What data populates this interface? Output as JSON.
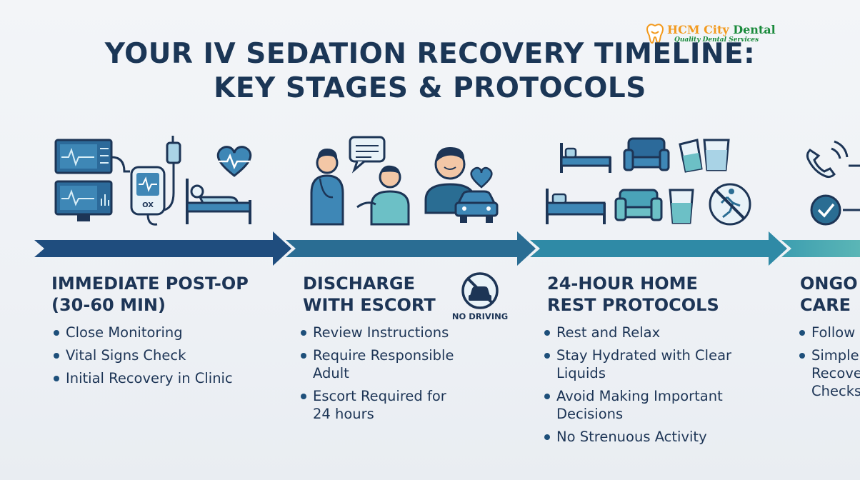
{
  "logo": {
    "name_part1": "HCM City",
    "name_part2": "Dental",
    "tagline": "Quality Dental Services"
  },
  "title": {
    "line1": "YOUR IV SEDATION RECOVERY TIMELINE:",
    "line2": "KEY STAGES & PROTOCOLS"
  },
  "stages": [
    {
      "title_line1": "IMMEDIATE POST-OP",
      "title_line2": "(30-60 MIN)",
      "bullets": [
        {
          "line1": "Close Monitoring",
          "line2": ""
        },
        {
          "line1": "Vital Signs Check",
          "line2": ""
        },
        {
          "line1": "Initial Recovery in Clinic",
          "line2": ""
        }
      ]
    },
    {
      "title_line1": "DISCHARGE",
      "title_line2": "WITH ESCORT",
      "badge": "NO DRIVING",
      "bullets": [
        {
          "line1": "Review Instructions",
          "line2": ""
        },
        {
          "line1": "Require Responsible",
          "line2": "Adult"
        },
        {
          "line1": "Escort Required for",
          "line2": "24 hours"
        }
      ]
    },
    {
      "title_line1": "24-HOUR HOME",
      "title_line2": "REST PROTOCOLS",
      "bullets": [
        {
          "line1": "Rest and Relax",
          "line2": ""
        },
        {
          "line1": "Stay Hydrated with Clear",
          "line2": "Liquids"
        },
        {
          "line1": "Avoid Making Important",
          "line2": "Decisions"
        },
        {
          "line1": "No Strenuous Activity",
          "line2": ""
        }
      ]
    },
    {
      "title_line1": "ONGO",
      "title_line2": "CARE",
      "bullets": [
        {
          "line1": "Follow",
          "line2": ""
        },
        {
          "line1": "Simple",
          "line2": "Recove",
          "line3": "Checks"
        }
      ]
    }
  ],
  "icons": {
    "stage1": [
      "monitor-icon",
      "pulse-oximeter-icon",
      "iv-drip-icon",
      "heart-pulse-icon",
      "hospital-bed-icon"
    ],
    "stage2": [
      "nurse-icon",
      "speech-bubble-icon",
      "patient-icon",
      "escort-person-icon",
      "heart-icon",
      "car-icon"
    ],
    "stage3": [
      "bed-icon",
      "armchair-icon",
      "water-glass-icon",
      "no-running-icon"
    ],
    "stage4": [
      "phone-icon",
      "check-circle-icon"
    ]
  },
  "colors": {
    "title": "#1b3656",
    "arrow1": "#1f4d7e",
    "arrow2": "#2a6d93",
    "arrow3": "#2f8aa6",
    "arrow4": "#45a8b0",
    "teal_accent": "#4aa3b8",
    "dark_navy": "#1d3556"
  }
}
